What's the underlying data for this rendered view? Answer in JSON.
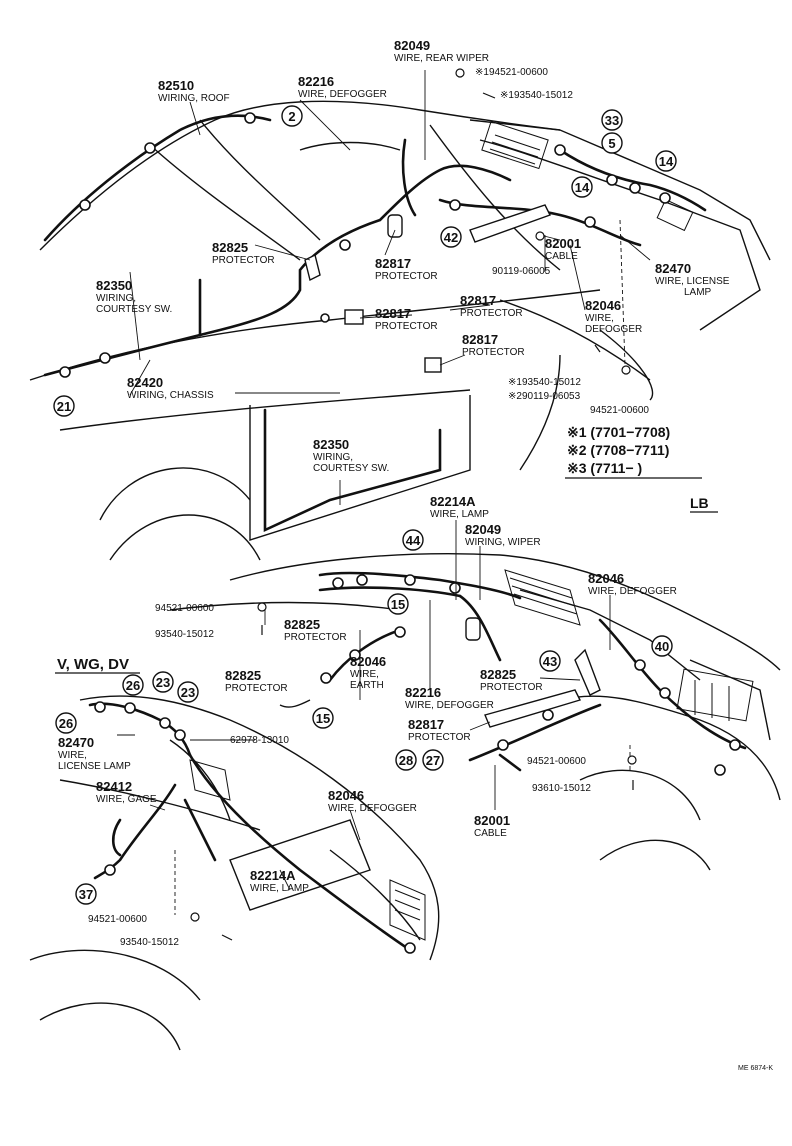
{
  "labels": {
    "l1": {
      "num": "82049",
      "desc": "WIRE, REAR WIPER"
    },
    "l2": {
      "num": "82510",
      "desc": "WIRING, ROOF"
    },
    "l3": {
      "num": "82216",
      "desc": "WIRE, DEFOGGER"
    },
    "l4": {
      "num": "82825",
      "desc": "PROTECTOR"
    },
    "l5": {
      "num": "82817",
      "desc": "PROTECTOR"
    },
    "l6": {
      "num": "82001",
      "desc": "CABLE"
    },
    "l7": {
      "num": "82470",
      "desc": "WIRE, LICENSE",
      "desc2": "LAMP"
    },
    "l8": {
      "num": "82350",
      "desc": "WIRING,",
      "desc2": "COURTESY SW."
    },
    "l9": {
      "num": "82817",
      "desc": "PROTECTOR"
    },
    "l10": {
      "num": "82817",
      "desc": "PROTECTOR"
    },
    "l11": {
      "num": "82046",
      "desc": "WIRE,",
      "desc2": "DEFOGGER"
    },
    "l12": {
      "num": "82817",
      "desc": "PROTECTOR"
    },
    "l13": {
      "num": "82420",
      "desc": "WIRING, CHASSIS"
    },
    "l14": {
      "num": "82350",
      "desc": "WIRING,",
      "desc2": "COURTESY SW."
    },
    "l15": {
      "num": "82214A",
      "desc": "WIRE, LAMP"
    },
    "l16": {
      "num": "82049",
      "desc": "WIRING, WIPER"
    },
    "l17": {
      "num": "82046",
      "desc": "WIRE, DEFOGGER"
    },
    "l18": {
      "num": "82825",
      "desc": "PROTECTOR"
    },
    "l19": {
      "num": "82825",
      "desc": "PROTECTOR"
    },
    "l20": {
      "num": "82046",
      "desc": "WIRE,",
      "desc2": "EARTH"
    },
    "l21": {
      "num": "82216",
      "desc": "WIRE, DEFOGGER"
    },
    "l22": {
      "num": "82825",
      "desc": "PROTECTOR"
    },
    "l23": {
      "num": "82817",
      "desc": "PROTECTOR"
    },
    "l24": {
      "num": "82470",
      "desc": "WIRE,",
      "desc2": "LICENSE LAMP"
    },
    "l25": {
      "num": "82412",
      "desc": "WIRE, GAGE"
    },
    "l26": {
      "num": "82046",
      "desc": "WIRE, DEFOGGER"
    },
    "l27": {
      "num": "82214A",
      "desc": "WIRE, LAMP"
    },
    "l28": {
      "num": "82001",
      "desc": "CABLE"
    }
  },
  "parts": {
    "p1": "※194521-00600",
    "p2": "※193540-15012",
    "p3": "90119-06005",
    "p4": "※193540-15012",
    "p5": "※290119-06053",
    "p6": "94521-00600",
    "p7": "94521-00600",
    "p8": "93540-15012",
    "p9": "62978-13010",
    "p10": "94521-00600",
    "p11": "93610-15012",
    "p12": "94521-00600",
    "p13": "93540-15012"
  },
  "callouts": {
    "c1": "2",
    "c2": "33",
    "c3": "5",
    "c4": "14",
    "c5": "14",
    "c6": "42",
    "c7": "21",
    "c8": "44",
    "c9": "15",
    "c10": "15",
    "c11": "43",
    "c12": "40",
    "c13": "28",
    "c14": "27",
    "c15": "26",
    "c16": "23",
    "c17": "23",
    "c18": "26",
    "c19": "37"
  },
  "notes": {
    "n1": "※1 (7701−7708)",
    "n2": "※2 (7708−7711)",
    "n3": "※3 (7711−       )"
  },
  "variant_lb": "LB",
  "variant_vwgdv": "V, WG, DV",
  "footer_code": "ME 6874-K"
}
